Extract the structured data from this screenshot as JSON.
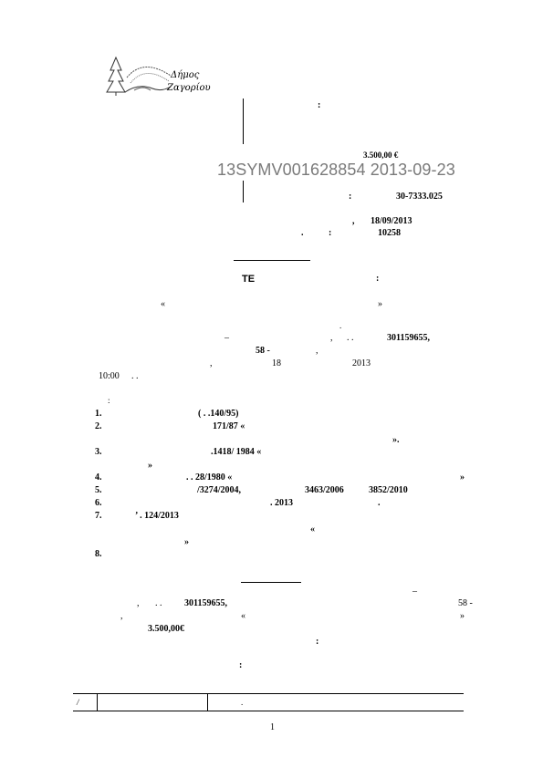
{
  "header": {
    "logo_text_line1": "Δήμος",
    "logo_text_line2": "Ζαγορίου",
    "colon_1": ":",
    "amount": "3.500,00 €",
    "watermark": "13SYMV001628854 2013-09-23",
    "colon_2": ":",
    "account_code": "30-7333.025",
    "comma_date": ",",
    "date": "18/09/2013",
    "dot_protocol": ".",
    "colon_protocol": ":",
    "protocol_number": "10258"
  },
  "body": {
    "heading_te": "ΤΕ",
    "heading_colon": ":",
    "quote_open": "«",
    "quote_close": "»",
    "dot_small": ".",
    "dash_1": "–",
    "comma_1": ",",
    "abbr_1": ".   .",
    "vat_number": "301159655,",
    "address_number": "58 -",
    "comma_2": ",",
    "comma_3": ",",
    "day_num": "18",
    "year": "2013",
    "time": "10:00",
    "time_suffix": ".   .",
    "colon_list": ":"
  },
  "legal_list": [
    {
      "num": "1.",
      "text": "(   .   .140/95)"
    },
    {
      "num": "2.",
      "text": "171/87  «"
    },
    {
      "num": "",
      "text": "».",
      "continuation": true
    },
    {
      "num": "3.",
      "text": ".1418/ 1984  «"
    },
    {
      "num": "",
      "text": "»",
      "continuation": true
    },
    {
      "num": "4.",
      "text": ".   . 28/1980 «"
    },
    {
      "num": "5.",
      "text": "/3274/2004,"
    },
    {
      "num": "6.",
      "text": ".          2013"
    },
    {
      "num": "7.",
      "text": "’     .  124/2013"
    },
    {
      "num": "",
      "text": "«",
      "continuation": true
    },
    {
      "num": "",
      "text": "»",
      "continuation": true
    },
    {
      "num": "8.",
      "text": ""
    }
  ],
  "legal_extras": {
    "item4_close": "»",
    "item5_law2": "3463/2006",
    "item5_law3": "3852/2010",
    "item6_dot": "."
  },
  "section2": {
    "dash": "–",
    "comma_1": ",",
    "abbr": ".   .",
    "vat_number": "301159655,",
    "address_number": "58 -",
    "comma_2": ",",
    "quote_open": "«",
    "quote_close": "»",
    "amount": "3.500,00€",
    "colon_1": ":",
    "colon_2": ":"
  },
  "table": {
    "cell_1": "/",
    "cell_2": "",
    "cell_3": "."
  },
  "footer": {
    "page_number": "1"
  }
}
